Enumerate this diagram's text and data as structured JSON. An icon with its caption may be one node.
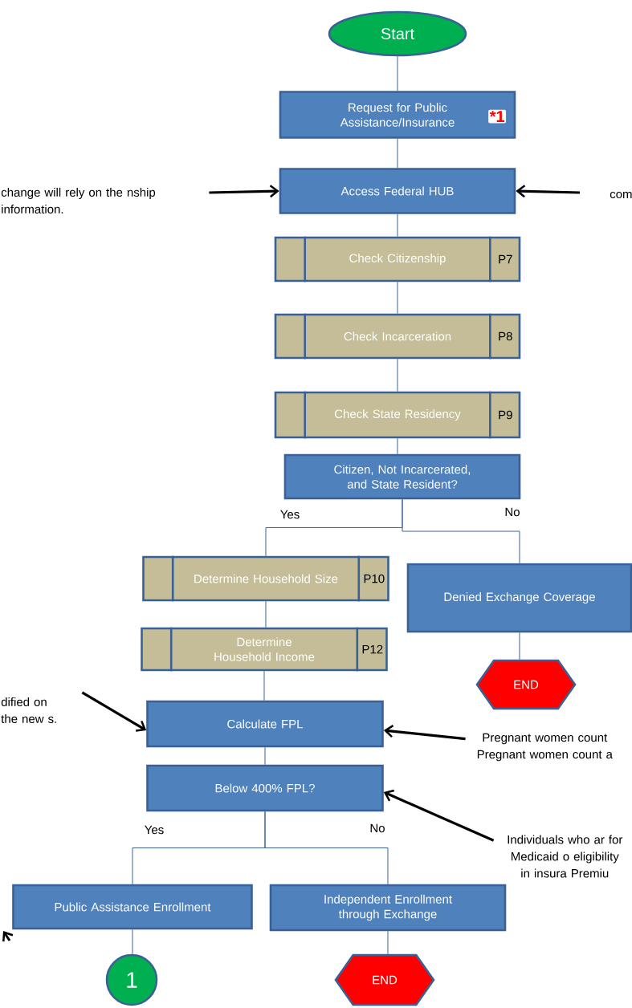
{
  "diagram": {
    "nodes": [
      {
        "text": [
          "Start"
        ]
      },
      {
        "text": [
          "Request for Public Assistance/Insurance",
          "*1"
        ]
      },
      {
        "text": [
          "Access Federal HUB"
        ]
      },
      {
        "text": [
          "Check Citizenship",
          "P7"
        ]
      },
      {
        "text": [
          "Check Incarceration",
          "P8"
        ]
      },
      {
        "text": [
          "Check State Residency",
          "P9"
        ]
      },
      {
        "text": [
          "Citizen, Not Incarcerated, and State Resident?"
        ]
      },
      {
        "text": [
          "Determine Household Size",
          "P10"
        ]
      },
      {
        "text": [
          "Denied Exchange Coverage"
        ]
      },
      {
        "text": [
          "Determine Household Income",
          "P12"
        ]
      },
      {
        "text": [
          "END"
        ]
      },
      {
        "text": [
          "Calculate FPL"
        ]
      },
      {
        "text": [
          "Below 400% FPL?"
        ]
      },
      {
        "text": [
          "Public Assistance Enrollment"
        ]
      },
      {
        "text": [
          "Independent Enrollment through Exchange"
        ]
      },
      {
        "text": [
          "1"
        ]
      },
      {
        "text": [
          "END"
        ]
      },
      {
        "text": [
          "change will rely on the nship information."
        ]
      },
      {
        "text": [
          "com"
        ]
      },
      {
        "text": [
          "dified on the new s."
        ]
      },
      {
        "text": [
          "Pregnant women count Pregnant women count a"
        ]
      },
      {
        "text": [
          "Individuals who ar for Medicaid o eligibility in insura Premiu"
        ]
      }
    ],
    "edges": [
      {
        "from": 0,
        "to": 1,
        "arrow": "none"
      },
      {
        "from": 1,
        "to": 2,
        "arrow": "none"
      },
      {
        "from": 2,
        "to": 3,
        "arrow": "none"
      },
      {
        "from": 3,
        "to": 4,
        "arrow": "none"
      },
      {
        "from": 4,
        "to": 5,
        "arrow": "none"
      },
      {
        "from": 5,
        "to": 6,
        "arrow": "none"
      },
      {
        "from": 6,
        "to": 7,
        "arrow": "none",
        "label": "Yes"
      },
      {
        "from": 6,
        "to": 8,
        "arrow": "none",
        "label": "No"
      },
      {
        "from": 7,
        "to": 9,
        "arrow": "none"
      },
      {
        "from": 9,
        "to": 11,
        "arrow": "none"
      },
      {
        "from": 11,
        "to": 12,
        "arrow": "none"
      },
      {
        "from": 12,
        "to": 13,
        "arrow": "none",
        "label": "Yes"
      },
      {
        "from": 12,
        "to": 14,
        "arrow": "none",
        "label": "No"
      },
      {
        "from": 13,
        "to": 15,
        "arrow": "none"
      },
      {
        "from": 14,
        "to": 16,
        "arrow": "none"
      },
      {
        "from": 8,
        "to": 10,
        "arrow": "none"
      },
      {
        "from": 17,
        "to": 2,
        "arrow": "to",
        "style": "thick",
        "color": "#000000"
      },
      {
        "from": 18,
        "to": 2,
        "arrow": "to",
        "style": "thick",
        "color": "#000000"
      },
      {
        "from": 19,
        "to": 11,
        "arrow": "to",
        "style": "thick",
        "color": "#000000"
      },
      {
        "from": 20,
        "to": 11,
        "arrow": "to",
        "style": "thick",
        "color": "#000000"
      },
      {
        "from": 21,
        "to": 12,
        "arrow": "to",
        "style": "thick",
        "color": "#000000"
      }
    ]
  }
}
